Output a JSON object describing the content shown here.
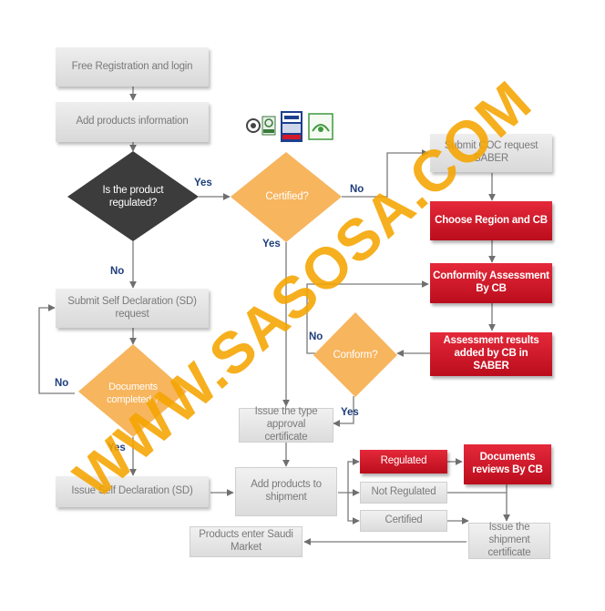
{
  "boxes": {
    "free_registration": "Free Registration and login",
    "add_products_info": "Add products information",
    "submit_coc": "Submit COC request SABER",
    "choose_region": "Choose Region and CB",
    "conformity_assessment": "Conformity Assessment By CB",
    "assessment_results": "Assessment results added by CB in SABER",
    "submit_sd": "Submit Self Declaration (SD) request",
    "issue_type_approval": "Issue the type approval certificate",
    "issue_sd": "Issue Self Declaration (SD)",
    "add_to_shipment": "Add products to shipment",
    "regulated": "Regulated",
    "documents_reviews": "Documents reviews By CB",
    "not_regulated": "Not Regulated",
    "certified": "Certified",
    "issue_shipment_cert": "Issue the shipment certificate",
    "products_enter_market": "Products enter Saudi Market"
  },
  "decisions": {
    "is_regulated": "Is the product regulated?",
    "certified": "Certified?",
    "conform": "Conform?",
    "documents_completed": "Documents completed ?"
  },
  "labels": {
    "yes_regulated": "Yes",
    "no_regulated": "No",
    "yes_certified": "Yes",
    "no_certified": "No",
    "no_conform": "No",
    "yes_conform": "Yes",
    "no_documents": "No",
    "yes_documents": "Yes"
  },
  "watermark": "WWW.SASOSA.COM",
  "colors": {
    "gray_box": "#e3e3e3",
    "gray_text": "#7a7a7a",
    "red_box": "#d1192b",
    "orange_diamond": "#f7b55e",
    "dark_diamond": "#3c3c3c",
    "label_blue": "#1f3f7a",
    "watermark": "#f5a500"
  },
  "logos": [
    "saso-logo-icon",
    "iec-logo-icon",
    "certification-mark-icon"
  ]
}
